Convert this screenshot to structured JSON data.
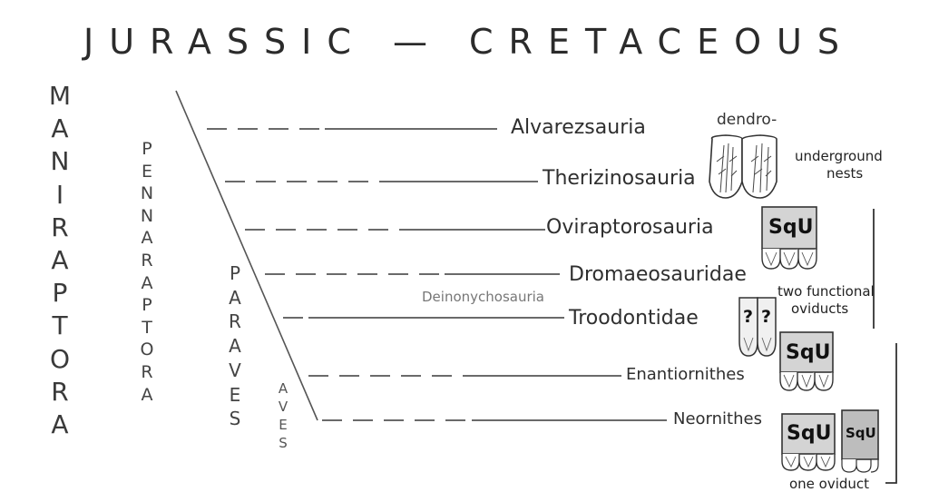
{
  "title": "JURASSIC — CRETACEOUS",
  "clades": {
    "maniraptora": [
      "M",
      "A",
      "N",
      "I",
      "R",
      "A",
      "P",
      "T",
      "O",
      "R",
      "A"
    ],
    "pennaraptora": [
      "P",
      "E",
      "N",
      "N",
      "A",
      "R",
      "A",
      "P",
      "T",
      "O",
      "R",
      "A"
    ],
    "paraves": [
      "P",
      "A",
      "R",
      "A",
      "V",
      "E",
      "S"
    ],
    "aves": [
      "A",
      "V",
      "E",
      "S"
    ]
  },
  "taxa": {
    "alvarezsauria": "Alvarezsauria",
    "therizinosauria": "Therizinosauria",
    "oviraptorosauria": "Oviraptorosauria",
    "dromaeosauridae": "Dromaeosauridae",
    "troodontidae": "Troodontidae",
    "enantiornithes": "Enantiornithes",
    "neornithes": "Neornithes"
  },
  "group_label": "Deinonychosauria",
  "annotations": {
    "dendro": "dendro-",
    "underground_line1": "underground",
    "underground_line2": "nests",
    "two_oviducts_line1": "two functional",
    "two_oviducts_line2": "oviducts",
    "one_oviduct": "one oviduct"
  },
  "egg_labels": {
    "squ": "SqU",
    "unknown": "?"
  },
  "colors": {
    "line": "#555555",
    "text": "#2f2f2f",
    "egg_fill": "#dcdcdc",
    "egg_outline": "#333333"
  }
}
